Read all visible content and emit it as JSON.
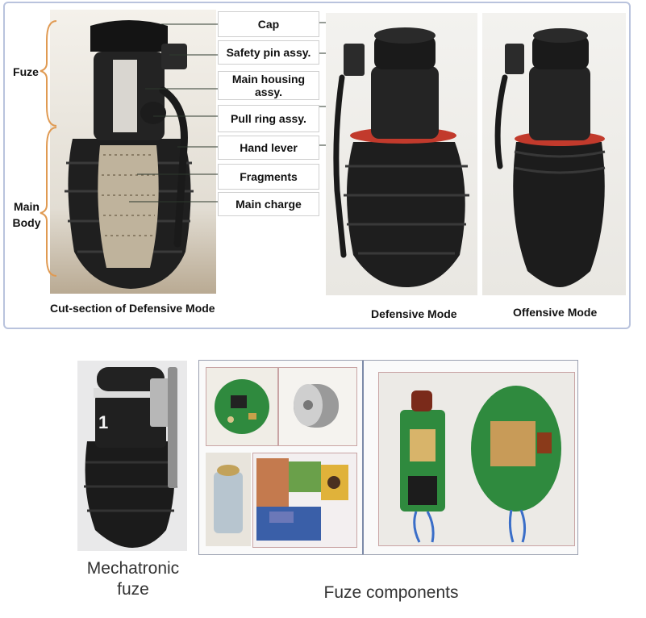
{
  "top_panel": {
    "labels": [
      "Cap",
      "Safety pin assy.",
      "Main housing assy.",
      "Pull ring assy.",
      "Hand lever",
      "Fragments",
      "Main charge"
    ],
    "side_labels": {
      "fuze": "Fuze",
      "main_body": "Main Body"
    },
    "captions": {
      "cut_section": "Cut-section of Defensive Mode",
      "defensive": "Defensive Mode",
      "offensive": "Offensive Mode"
    }
  },
  "bottom_panel": {
    "captions": {
      "mechatronic": "Mechatronic fuze",
      "components": "Fuze components"
    },
    "mark": "1"
  },
  "colors": {
    "frame_border": "#b9c3dd",
    "grenade_black": "#1e1e1e",
    "red_ring": "#c23a2c",
    "pcb_green": "#2f8a3e"
  }
}
